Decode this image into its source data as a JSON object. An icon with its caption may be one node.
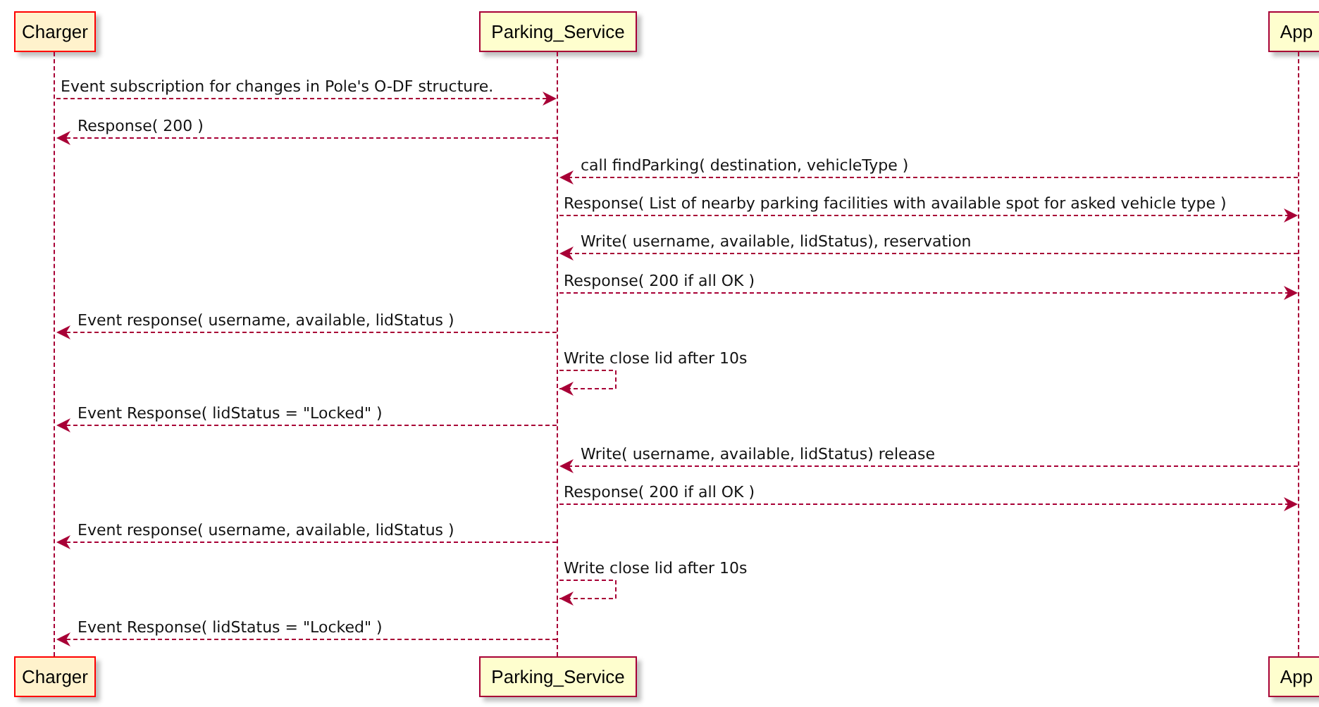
{
  "diagram": {
    "nodes": [
      {
        "text": [
          "Charger"
        ]
      },
      {
        "text": [
          "Parking_Service"
        ]
      },
      {
        "text": [
          "App"
        ]
      },
      {
        "text": [],
        "shape": "bar"
      },
      {
        "text": [],
        "shape": "bar"
      },
      {
        "text": [],
        "shape": "bar"
      },
      {
        "text": [
          "Charger"
        ]
      },
      {
        "text": [
          "Parking_Service"
        ]
      },
      {
        "text": [
          "App"
        ]
      }
    ],
    "edges": [
      {
        "from": 3,
        "to": 4,
        "arrow": "to",
        "style": "dashed",
        "label": "Event subscription for changes in Pole's O-DF structure."
      },
      {
        "from": 4,
        "to": 3,
        "arrow": "to",
        "style": "dashed",
        "label": "Response( 200 )"
      },
      {
        "from": 5,
        "to": 4,
        "arrow": "to",
        "style": "dashed",
        "label": "call findParking( destination, vehicleType )"
      },
      {
        "from": 4,
        "to": 5,
        "arrow": "to",
        "style": "dashed",
        "label": "Response( List of nearby parking facilities with available spot for asked vehicle type )"
      },
      {
        "from": 5,
        "to": 4,
        "arrow": "to",
        "style": "dashed",
        "label": "Write( username, available, lidStatus), reservation"
      },
      {
        "from": 4,
        "to": 5,
        "arrow": "to",
        "style": "dashed",
        "label": "Response( 200 if all OK )"
      },
      {
        "from": 4,
        "to": 3,
        "arrow": "to",
        "style": "dashed",
        "label": "Event response( username, available, lidStatus )"
      },
      {
        "from": 4,
        "to": 4,
        "arrow": "to",
        "style": "dashed",
        "label": "Write close lid after 10s"
      },
      {
        "from": 4,
        "to": 3,
        "arrow": "to",
        "style": "dashed",
        "label": "Event Response( lidStatus = \"Locked\" )"
      },
      {
        "from": 5,
        "to": 4,
        "arrow": "to",
        "style": "dashed",
        "label": "Write( username, available, lidStatus) release"
      },
      {
        "from": 4,
        "to": 5,
        "arrow": "to",
        "style": "dashed",
        "label": "Response( 200 if all OK )"
      },
      {
        "from": 4,
        "to": 3,
        "arrow": "to",
        "style": "dashed",
        "label": "Event response( username, available, lidStatus )"
      },
      {
        "from": 4,
        "to": 4,
        "arrow": "to",
        "style": "dashed",
        "label": "Write close lid after 10s"
      },
      {
        "from": 4,
        "to": 3,
        "arrow": "to",
        "style": "dashed",
        "label": "Event Response( lidStatus = \"Locked\" )"
      }
    ]
  }
}
